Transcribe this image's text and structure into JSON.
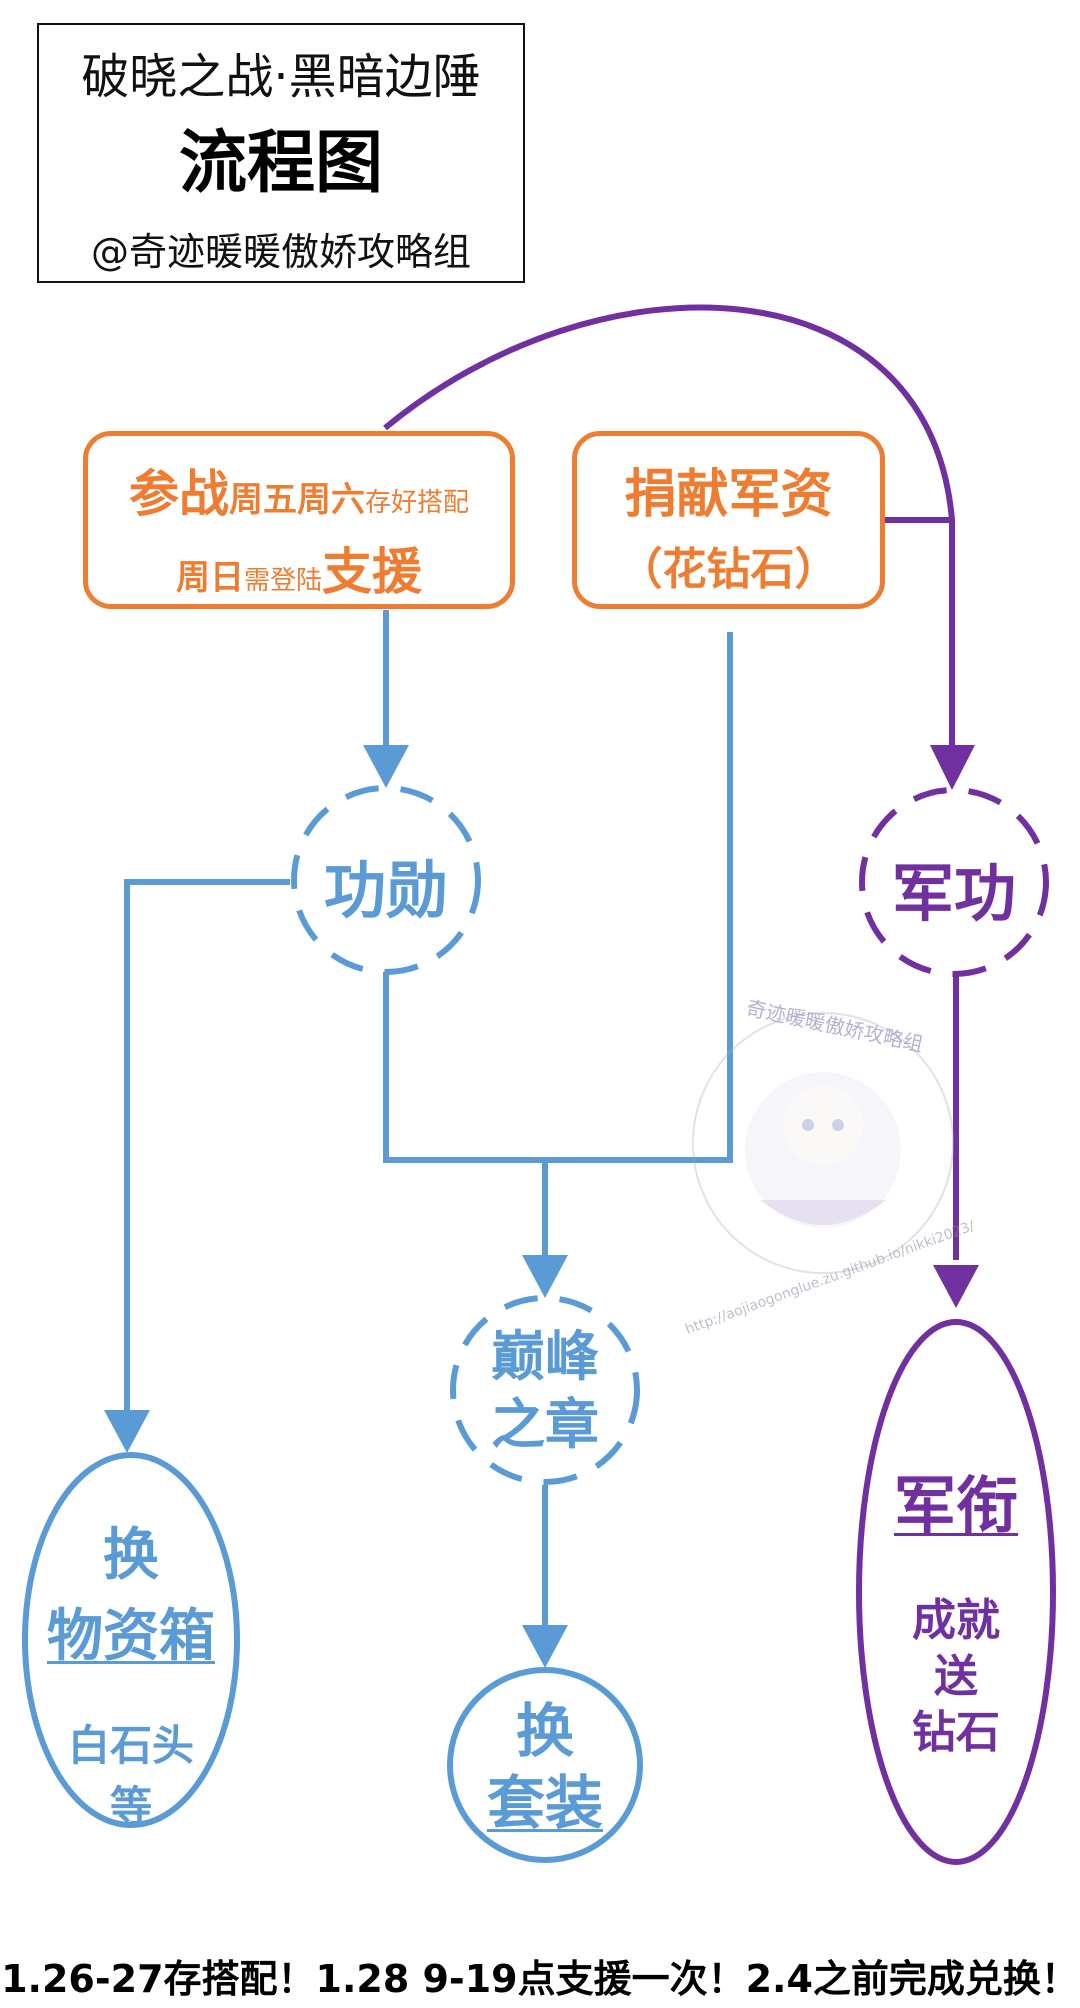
{
  "title": {
    "line1": "破晓之战·黑暗边陲",
    "line2": "流程图",
    "credit": "@奇迹暖暖傲娇攻略组"
  },
  "box_participate": {
    "big1": "参战",
    "mid1": "周五周六",
    "small1": "存好搭配",
    "mid2": "周日",
    "small2": "需登陆",
    "big2": "支援"
  },
  "box_donate": {
    "line1": "捐献军资",
    "line2": "（花钻石）"
  },
  "nodes": {
    "merit": "功勋",
    "military": "军功",
    "peak_line1": "巅峰",
    "peak_line2": "之章",
    "exchange_supplies_top": "换",
    "exchange_supplies_main": "物资箱",
    "exchange_supplies_sub1": "白石头",
    "exchange_supplies_sub2": "等",
    "exchange_suit_top": "换",
    "exchange_suit_main": "套装",
    "rank_title": "军衔",
    "rank_sub1": "成就",
    "rank_sub2": "送",
    "rank_sub3": "钻石"
  },
  "watermark": {
    "arc_top": "奇迹暖暖傲娇攻略组",
    "arc_url": "http://aojiaogonglue.zu.github.io/nikki2023/"
  },
  "footer": "1.26-27存搭配！1.28 9-19点支援一次！2.4之前完成兑换！",
  "colors": {
    "orange": "#ee7d31",
    "blue": "#5b9bd5",
    "purple": "#7030a0"
  }
}
